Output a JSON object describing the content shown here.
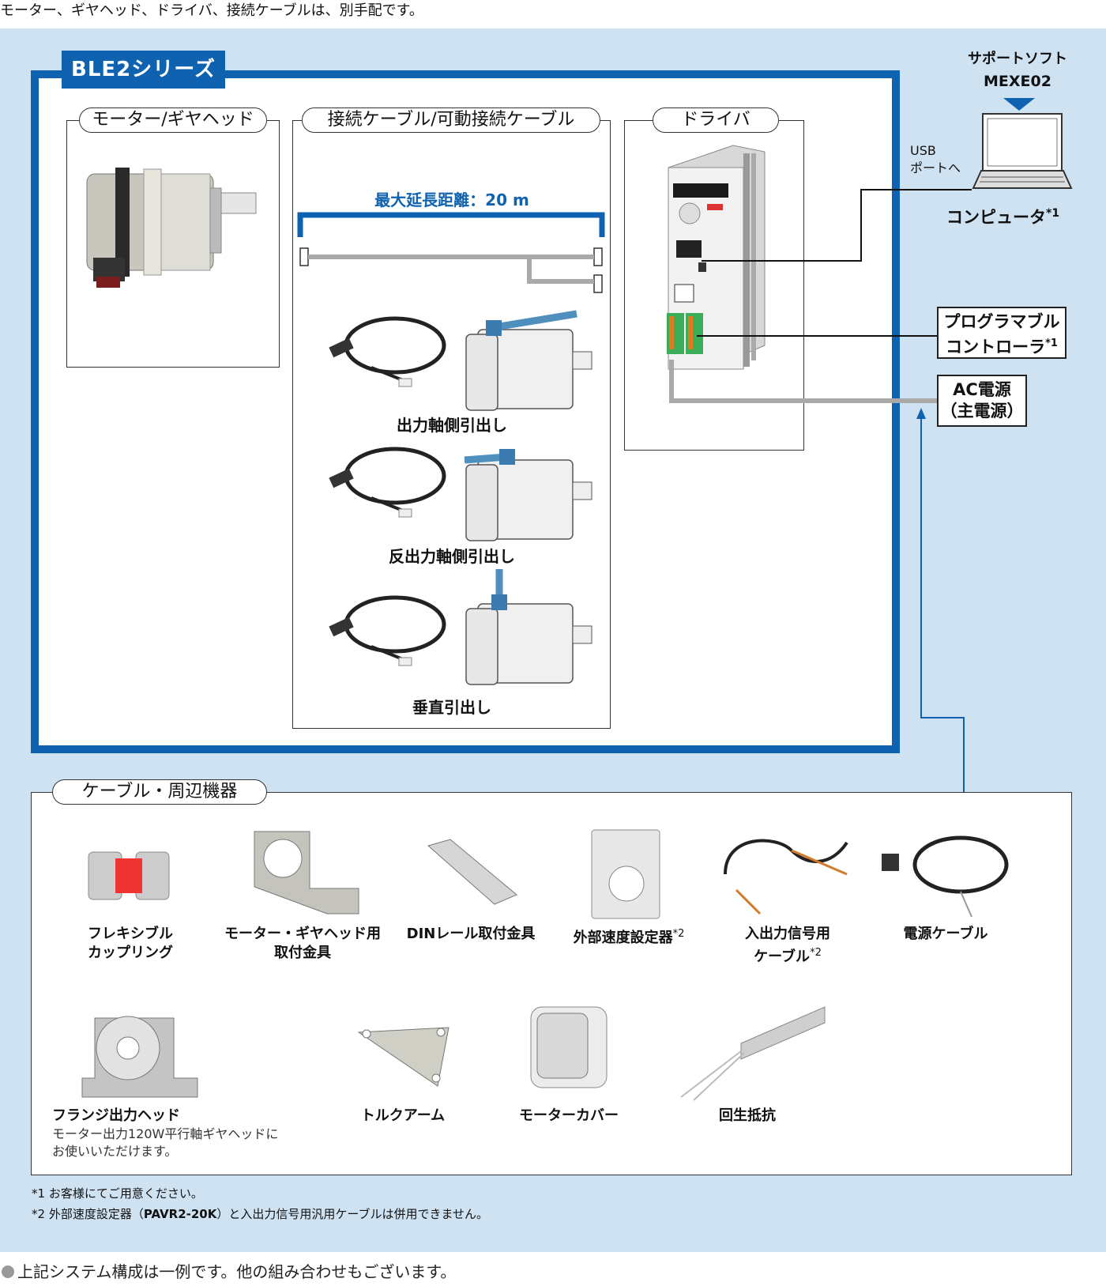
{
  "top_note": "モーター、ギヤヘッド、ドライバ、接続ケーブルは、別手配です。",
  "series": {
    "title": "BLE2シリーズ"
  },
  "sections": {
    "motor": "モーター/ギヤヘッド",
    "cable": "接続ケーブル/可動接続ケーブル",
    "driver": "ドライバ"
  },
  "cable": {
    "max_length_label": "最大延長距離：20 m",
    "variants": [
      "出力軸側引出し",
      "反出力軸側引出し",
      "垂直引出し"
    ]
  },
  "support_software": {
    "label": "サポートソフト",
    "name": "MEXE02"
  },
  "usb_label_line1": "USB",
  "usb_label_line2": "ポートへ",
  "computer": {
    "label": "コンピュータ",
    "mark": "*1"
  },
  "plc": {
    "line1": "プログラマブル",
    "line2": "コントローラ",
    "mark": "*1"
  },
  "ac_power": {
    "line1": "AC電源",
    "line2": "（主電源）"
  },
  "peripherals": {
    "title": "ケーブル・周辺機器",
    "row1": [
      {
        "line1": "フレキシブル",
        "line2": "カップリング",
        "mark": ""
      },
      {
        "line1": "モーター・ギヤヘッド用",
        "line2": "取付金具",
        "mark": ""
      },
      {
        "line1": "DINレール取付金具",
        "line2": "",
        "mark": ""
      },
      {
        "line1": "外部速度設定器",
        "line2": "",
        "mark": "*2"
      },
      {
        "line1": "入出力信号用",
        "line2": "ケーブル",
        "mark": "*2"
      },
      {
        "line1": "電源ケーブル",
        "line2": "",
        "mark": ""
      }
    ],
    "row2": [
      {
        "line1": "フランジ出力ヘッド",
        "desc1": "モーター出力120W平行軸ギヤヘッドに",
        "desc2": "お使いいただけます。"
      },
      {
        "line1": "トルクアーム"
      },
      {
        "line1": "モーターカバー"
      },
      {
        "line1": "回生抵抗"
      }
    ]
  },
  "footnotes": {
    "f1_mark": "*1",
    "f1_text": "お客様にてご用意ください。",
    "f2_mark": "*2",
    "f2_text_a": "外部速度設定器（",
    "f2_text_b": "PAVR2-20K",
    "f2_text_c": "）と入出力信号用汎用ケーブルは併用できません。"
  },
  "bottom_note": "上記システム構成は一例です。他の組み合わせもございます。",
  "colors": {
    "brand_blue": "#0f62b0",
    "panel_bg": "#cfe2f2",
    "line_gray": "#a9a9a9"
  }
}
